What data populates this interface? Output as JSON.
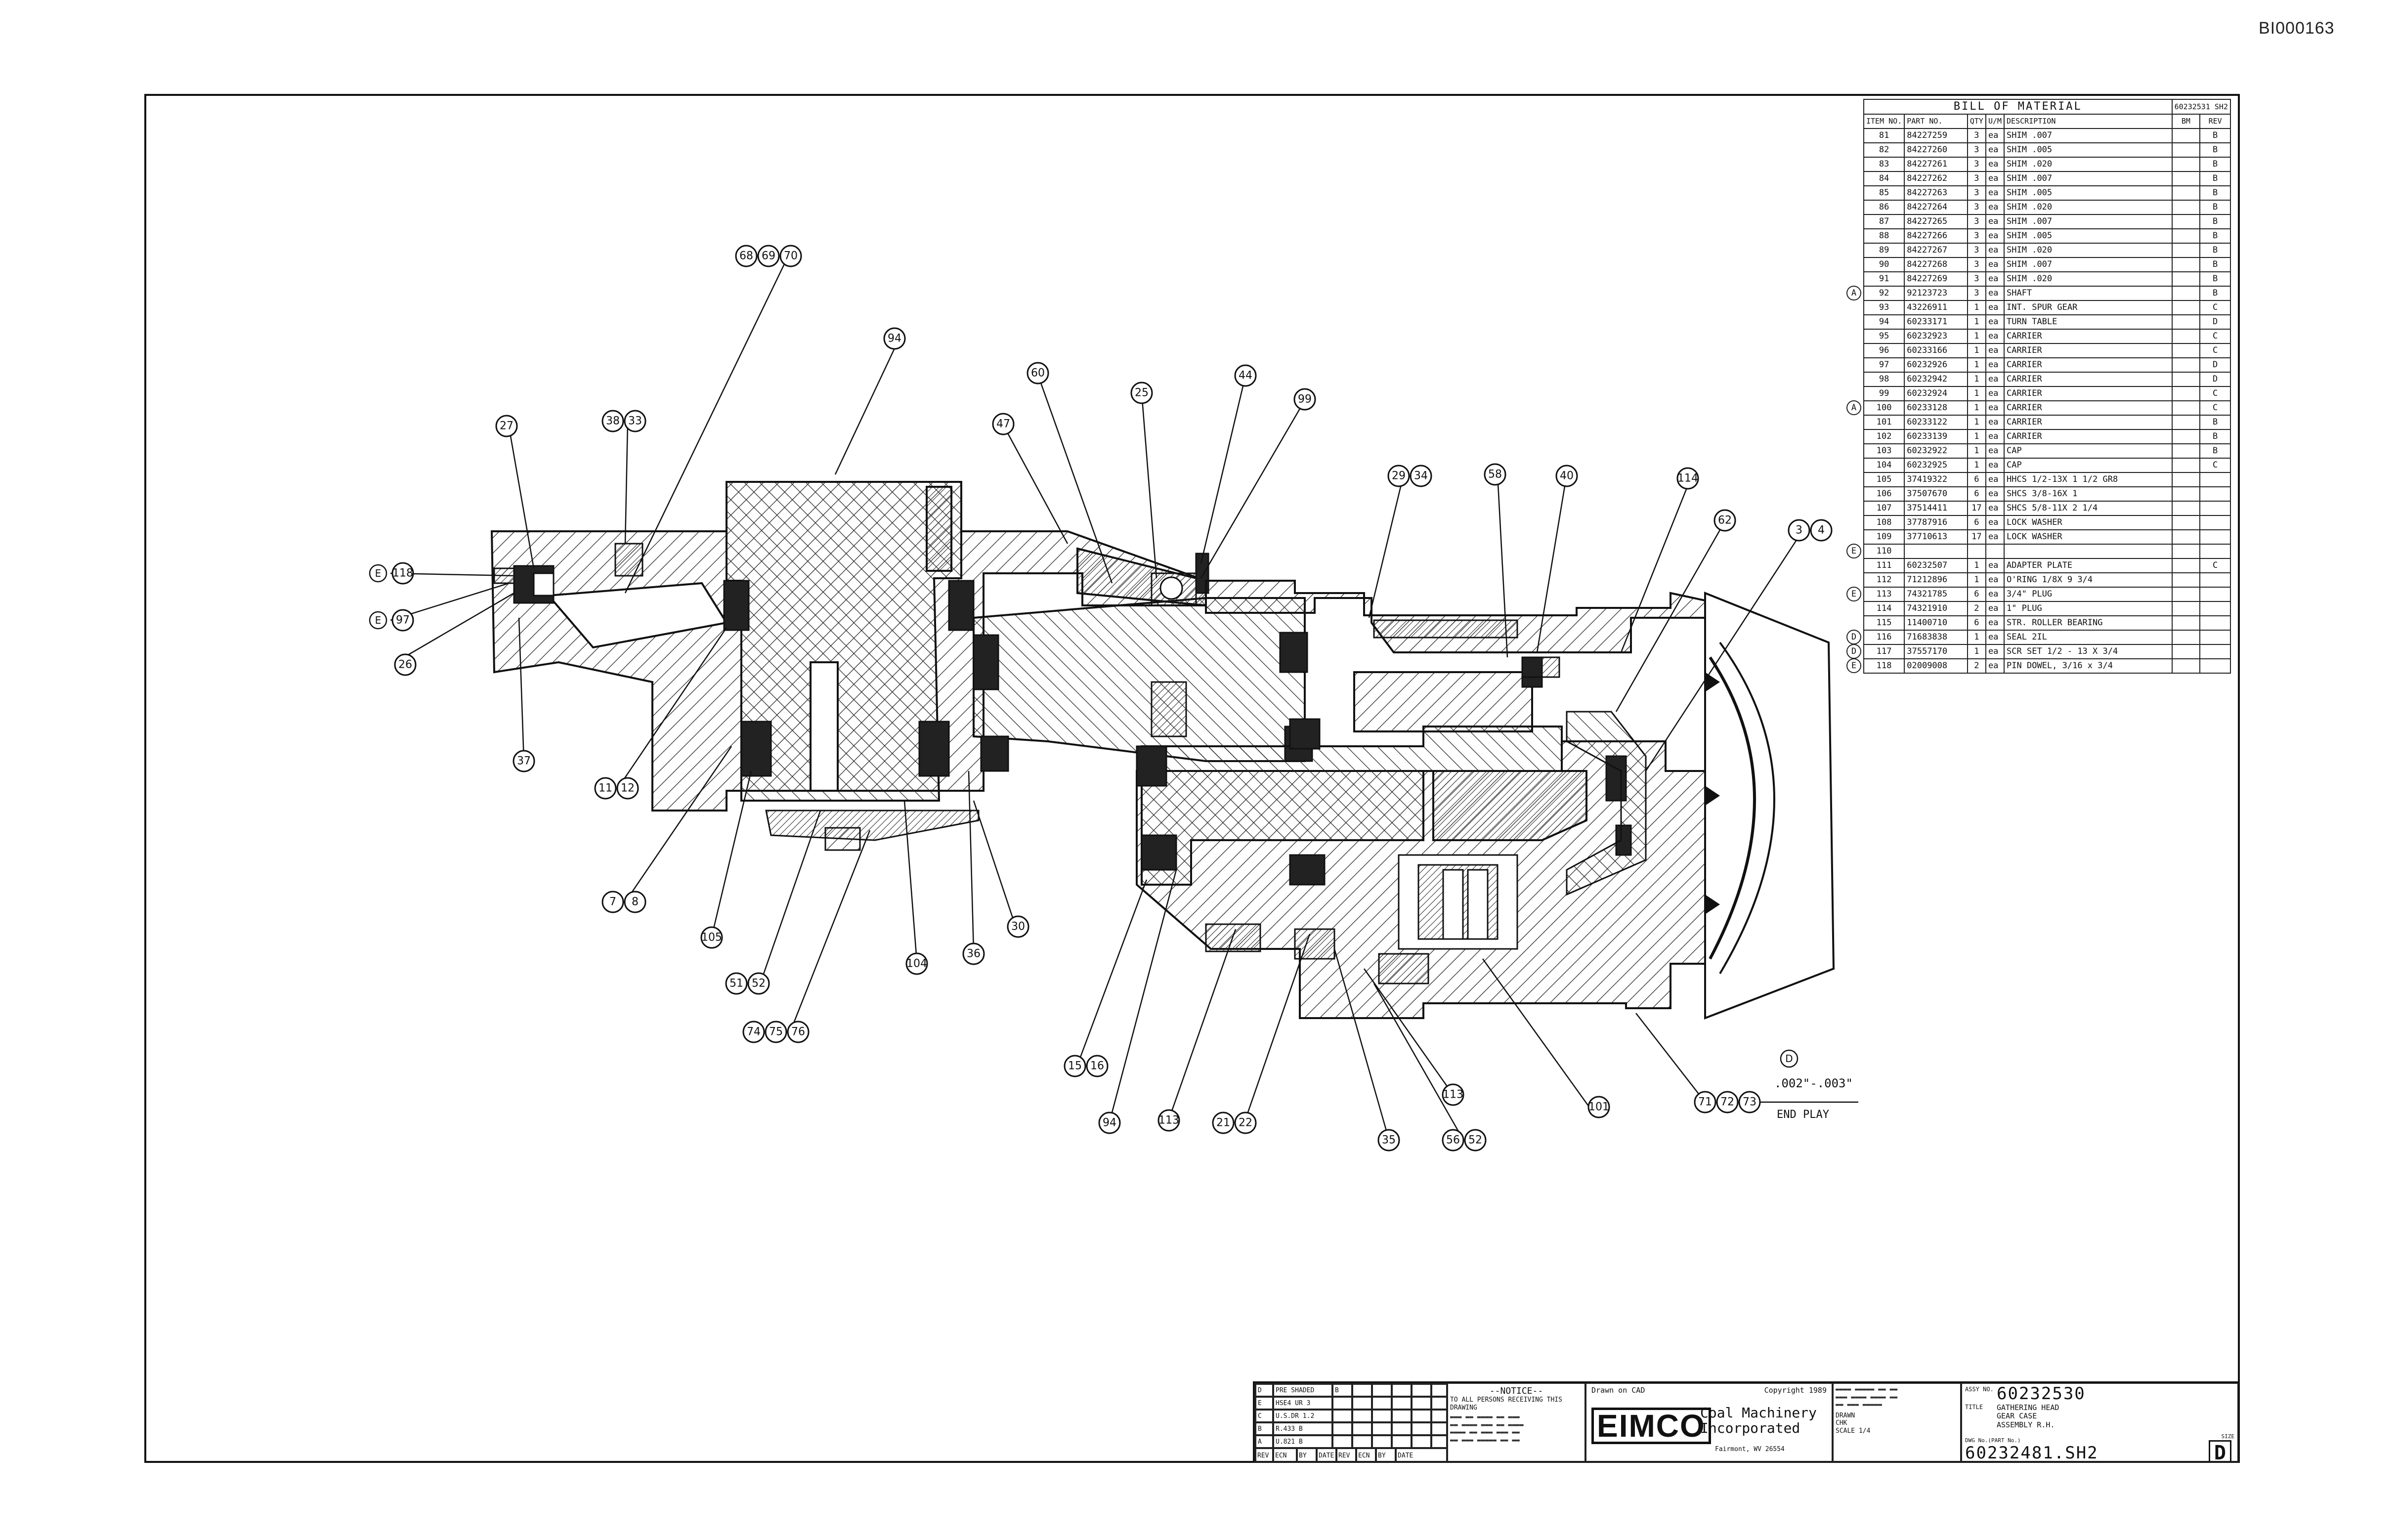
{
  "document_id": "BI000163",
  "bom": {
    "title": "BILL OF MATERIAL",
    "ref": "60232531 SH2",
    "headers": [
      "ITEM NO.",
      "PART NO.",
      "QTY",
      "U/M",
      "DESCRIPTION",
      "BM",
      "REV"
    ],
    "rows": [
      {
        "item": "81",
        "part": "84227259",
        "qty": "3",
        "um": "ea",
        "desc": "SHIM .007",
        "rev": "B",
        "mark": ""
      },
      {
        "item": "82",
        "part": "84227260",
        "qty": "3",
        "um": "ea",
        "desc": "SHIM .005",
        "rev": "B",
        "mark": ""
      },
      {
        "item": "83",
        "part": "84227261",
        "qty": "3",
        "um": "ea",
        "desc": "SHIM .020",
        "rev": "B",
        "mark": ""
      },
      {
        "item": "84",
        "part": "84227262",
        "qty": "3",
        "um": "ea",
        "desc": "SHIM .007",
        "rev": "B",
        "mark": ""
      },
      {
        "item": "85",
        "part": "84227263",
        "qty": "3",
        "um": "ea",
        "desc": "SHIM .005",
        "rev": "B",
        "mark": ""
      },
      {
        "item": "86",
        "part": "84227264",
        "qty": "3",
        "um": "ea",
        "desc": "SHIM .020",
        "rev": "B",
        "mark": ""
      },
      {
        "item": "87",
        "part": "84227265",
        "qty": "3",
        "um": "ea",
        "desc": "SHIM .007",
        "rev": "B",
        "mark": ""
      },
      {
        "item": "88",
        "part": "84227266",
        "qty": "3",
        "um": "ea",
        "desc": "SHIM .005",
        "rev": "B",
        "mark": ""
      },
      {
        "item": "89",
        "part": "84227267",
        "qty": "3",
        "um": "ea",
        "desc": "SHIM .020",
        "rev": "B",
        "mark": ""
      },
      {
        "item": "90",
        "part": "84227268",
        "qty": "3",
        "um": "ea",
        "desc": "SHIM .007",
        "rev": "B",
        "mark": ""
      },
      {
        "item": "91",
        "part": "84227269",
        "qty": "3",
        "um": "ea",
        "desc": "SHIM .020",
        "rev": "B",
        "mark": ""
      },
      {
        "item": "92",
        "part": "92123723",
        "qty": "3",
        "um": "ea",
        "desc": "SHAFT",
        "rev": "B",
        "mark": "A"
      },
      {
        "item": "93",
        "part": "43226911",
        "qty": "1",
        "um": "ea",
        "desc": "INT. SPUR GEAR",
        "rev": "C",
        "mark": ""
      },
      {
        "item": "94",
        "part": "60233171",
        "qty": "1",
        "um": "ea",
        "desc": "TURN TABLE",
        "rev": "D",
        "mark": ""
      },
      {
        "item": "95",
        "part": "60232923",
        "qty": "1",
        "um": "ea",
        "desc": "CARRIER",
        "rev": "C",
        "mark": ""
      },
      {
        "item": "96",
        "part": "60233166",
        "qty": "1",
        "um": "ea",
        "desc": "CARRIER",
        "rev": "C",
        "mark": ""
      },
      {
        "item": "97",
        "part": "60232926",
        "qty": "1",
        "um": "ea",
        "desc": "CARRIER",
        "rev": "D",
        "mark": ""
      },
      {
        "item": "98",
        "part": "60232942",
        "qty": "1",
        "um": "ea",
        "desc": "CARRIER",
        "rev": "D",
        "mark": ""
      },
      {
        "item": "99",
        "part": "60232924",
        "qty": "1",
        "um": "ea",
        "desc": "CARRIER",
        "rev": "C",
        "mark": ""
      },
      {
        "item": "100",
        "part": "60233128",
        "qty": "1",
        "um": "ea",
        "desc": "CARRIER",
        "rev": "C",
        "mark": "A"
      },
      {
        "item": "101",
        "part": "60233122",
        "qty": "1",
        "um": "ea",
        "desc": "CARRIER",
        "rev": "B",
        "mark": ""
      },
      {
        "item": "102",
        "part": "60233139",
        "qty": "1",
        "um": "ea",
        "desc": "CARRIER",
        "rev": "B",
        "mark": ""
      },
      {
        "item": "103",
        "part": "60232922",
        "qty": "1",
        "um": "ea",
        "desc": "CAP",
        "rev": "B",
        "mark": ""
      },
      {
        "item": "104",
        "part": "60232925",
        "qty": "1",
        "um": "ea",
        "desc": "CAP",
        "rev": "C",
        "mark": ""
      },
      {
        "item": "105",
        "part": "37419322",
        "qty": "6",
        "um": "ea",
        "desc": "HHCS 1/2-13X 1 1/2 GR8",
        "rev": "",
        "mark": ""
      },
      {
        "item": "106",
        "part": "37507670",
        "qty": "6",
        "um": "ea",
        "desc": "SHCS 3/8-16X 1",
        "rev": "",
        "mark": ""
      },
      {
        "item": "107",
        "part": "37514411",
        "qty": "17",
        "um": "ea",
        "desc": "SHCS 5/8-11X 2 1/4",
        "rev": "",
        "mark": ""
      },
      {
        "item": "108",
        "part": "37787916",
        "qty": "6",
        "um": "ea",
        "desc": "LOCK WASHER",
        "rev": "",
        "mark": ""
      },
      {
        "item": "109",
        "part": "37710613",
        "qty": "17",
        "um": "ea",
        "desc": "LOCK WASHER",
        "rev": "",
        "mark": ""
      },
      {
        "item": "110",
        "part": "",
        "qty": "",
        "um": "",
        "desc": "",
        "rev": "",
        "mark": "E"
      },
      {
        "item": "111",
        "part": "60232507",
        "qty": "1",
        "um": "ea",
        "desc": "ADAPTER PLATE",
        "rev": "C",
        "mark": ""
      },
      {
        "item": "112",
        "part": "71212896",
        "qty": "1",
        "um": "ea",
        "desc": "O'RING 1/8X 9 3/4",
        "rev": "",
        "mark": ""
      },
      {
        "item": "113",
        "part": "74321785",
        "qty": "6",
        "um": "ea",
        "desc": "3/4\" PLUG",
        "rev": "",
        "mark": "E"
      },
      {
        "item": "114",
        "part": "74321910",
        "qty": "2",
        "um": "ea",
        "desc": "1\" PLUG",
        "rev": "",
        "mark": ""
      },
      {
        "item": "115",
        "part": "11400710",
        "qty": "6",
        "um": "ea",
        "desc": "STR. ROLLER BEARING",
        "rev": "",
        "mark": ""
      },
      {
        "item": "116",
        "part": "71683838",
        "qty": "1",
        "um": "ea",
        "desc": "SEAL 2IL",
        "rev": "",
        "mark": "D"
      },
      {
        "item": "117",
        "part": "37557170",
        "qty": "1",
        "um": "ea",
        "desc": "SCR SET 1/2 - 13 X 3/4",
        "rev": "",
        "mark": "D"
      },
      {
        "item": "118",
        "part": "02009008",
        "qty": "2",
        "um": "ea",
        "desc": "PIN DOWEL, 3/16 x 3/4",
        "rev": "",
        "mark": "E"
      }
    ]
  },
  "balloons": [
    {
      "label": "68"
    },
    {
      "label": "69"
    },
    {
      "label": "70"
    },
    {
      "label": "94"
    },
    {
      "label": "60"
    },
    {
      "label": "25"
    },
    {
      "label": "44"
    },
    {
      "label": "99"
    },
    {
      "label": "47"
    },
    {
      "label": "27"
    },
    {
      "label": "38"
    },
    {
      "label": "33"
    },
    {
      "label": "118"
    },
    {
      "label": "97"
    },
    {
      "label": "26"
    },
    {
      "label": "37"
    },
    {
      "label": "11"
    },
    {
      "label": "12"
    },
    {
      "label": "7"
    },
    {
      "label": "8"
    },
    {
      "label": "105"
    },
    {
      "label": "51"
    },
    {
      "label": "52"
    },
    {
      "label": "74"
    },
    {
      "label": "75"
    },
    {
      "label": "76"
    },
    {
      "label": "104"
    },
    {
      "label": "36"
    },
    {
      "label": "30"
    },
    {
      "label": "29"
    },
    {
      "label": "34"
    },
    {
      "label": "58"
    },
    {
      "label": "40"
    },
    {
      "label": "114"
    },
    {
      "label": "62"
    },
    {
      "label": "3"
    },
    {
      "label": "4"
    },
    {
      "label": "15"
    },
    {
      "label": "16"
    },
    {
      "label": "94"
    },
    {
      "label": "113"
    },
    {
      "label": "21"
    },
    {
      "label": "22"
    },
    {
      "label": "35"
    },
    {
      "label": "113"
    },
    {
      "label": "56"
    },
    {
      "label": "52"
    },
    {
      "label": "101"
    },
    {
      "label": "71"
    },
    {
      "label": "72"
    },
    {
      "label": "73"
    }
  ],
  "end_play": {
    "mark": "D",
    "value": ".002\"-.003\"",
    "label": "END PLAY"
  },
  "title_block": {
    "rev_rows": [
      {
        "ltr": "D",
        "desc": "PRE SHADED",
        "ecn": "B"
      },
      {
        "ltr": "E",
        "desc": "HSE4 UR 3",
        "ecn": ""
      },
      {
        "ltr": "C",
        "desc": "U.S.DR 1.2",
        "ecn": ""
      },
      {
        "ltr": "B",
        "desc": "R.433 B",
        "ecn": ""
      },
      {
        "ltr": "A",
        "desc": "U.821 B",
        "ecn": ""
      }
    ],
    "rev_header": [
      "REV",
      "ECN",
      "BY",
      "DATE",
      "REV",
      "ECN",
      "BY",
      "DATE"
    ],
    "notice_title": "--NOTICE--",
    "notice_text": "TO ALL PERSONS RECEIVING THIS DRAWING",
    "drawn_on": "Drawn on CAD",
    "copyright": "Copyright 1989",
    "logo": "EIMCO",
    "company_line1": "Coal Machinery",
    "company_line2": "Incorporated",
    "company_city": "Fairmont, WV 26554",
    "assy_no_label": "ASSY NO.",
    "assy_no": "60232530",
    "title_label": "TITLE",
    "title_line1": "GATHERING HEAD",
    "title_line2": "GEAR CASE",
    "title_line3": "ASSEMBLY R.H.",
    "dwg_no_label": "DWG No.(PART No.)",
    "dwg_no": "60232481.SH2",
    "size_label": "SIZE",
    "size": "D",
    "drawn_by": "DRAWN",
    "checked": "CHK",
    "scale": "SCALE 1/4"
  }
}
